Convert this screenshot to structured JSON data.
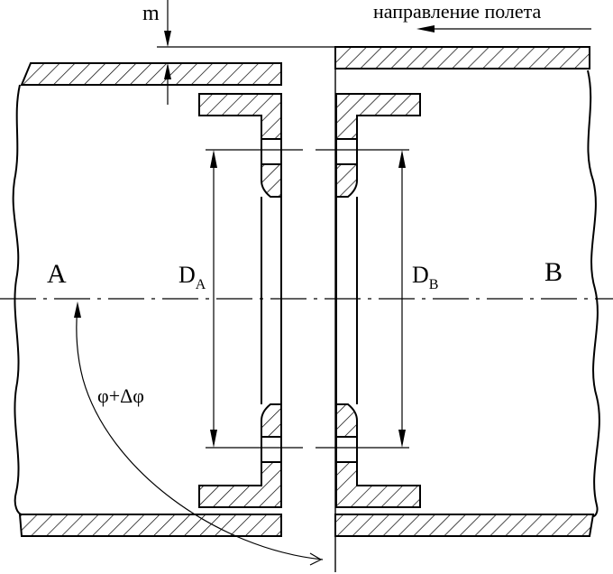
{
  "labels": {
    "m": "m",
    "direction": "направление полета",
    "section_a": "A",
    "section_b": "B",
    "d_a_main": "D",
    "d_a_sub": "A",
    "d_b_main": "D",
    "d_b_sub": "B",
    "angle": "φ+Δφ"
  },
  "colors": {
    "ink": "#000000",
    "paper": "#ffffff"
  }
}
